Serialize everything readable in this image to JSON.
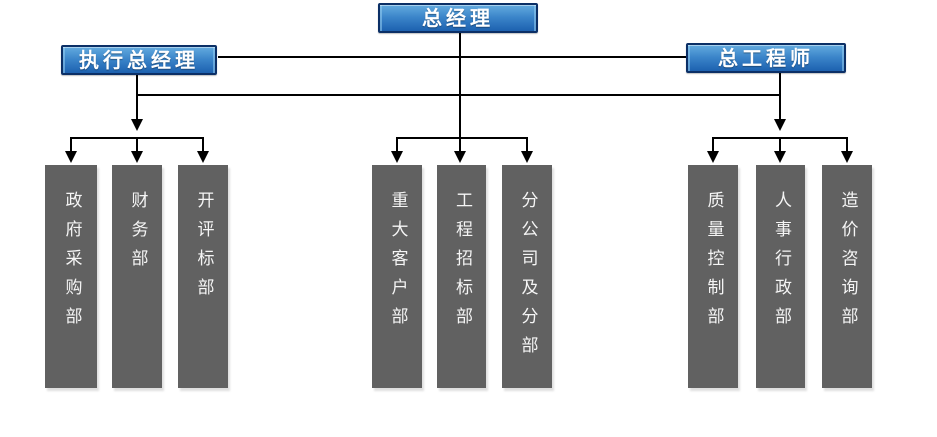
{
  "org_chart": {
    "root": {
      "label": "总经理"
    },
    "managers": [
      {
        "label": "执行总经理"
      },
      {
        "label": "总工程师"
      }
    ],
    "departments": [
      {
        "label": "政府采购部",
        "group": "执行总经理"
      },
      {
        "label": "财务部",
        "group": "执行总经理"
      },
      {
        "label": "开评标部",
        "group": "执行总经理"
      },
      {
        "label": "重大客户部",
        "group": "总经理"
      },
      {
        "label": "工程招标部",
        "group": "总经理"
      },
      {
        "label": "分公司及分部",
        "group": "总经理"
      },
      {
        "label": "质量控制部",
        "group": "总工程师"
      },
      {
        "label": "人事行政部",
        "group": "总工程师"
      },
      {
        "label": "造价咨询部",
        "group": "总工程师"
      }
    ]
  },
  "colors": {
    "node_blue_top": "#63abdf",
    "node_blue_bottom": "#1d61af",
    "node_border": "#0b2f66",
    "dept_gray": "#616161",
    "line_black": "#000000",
    "text_white": "#ffffff"
  }
}
